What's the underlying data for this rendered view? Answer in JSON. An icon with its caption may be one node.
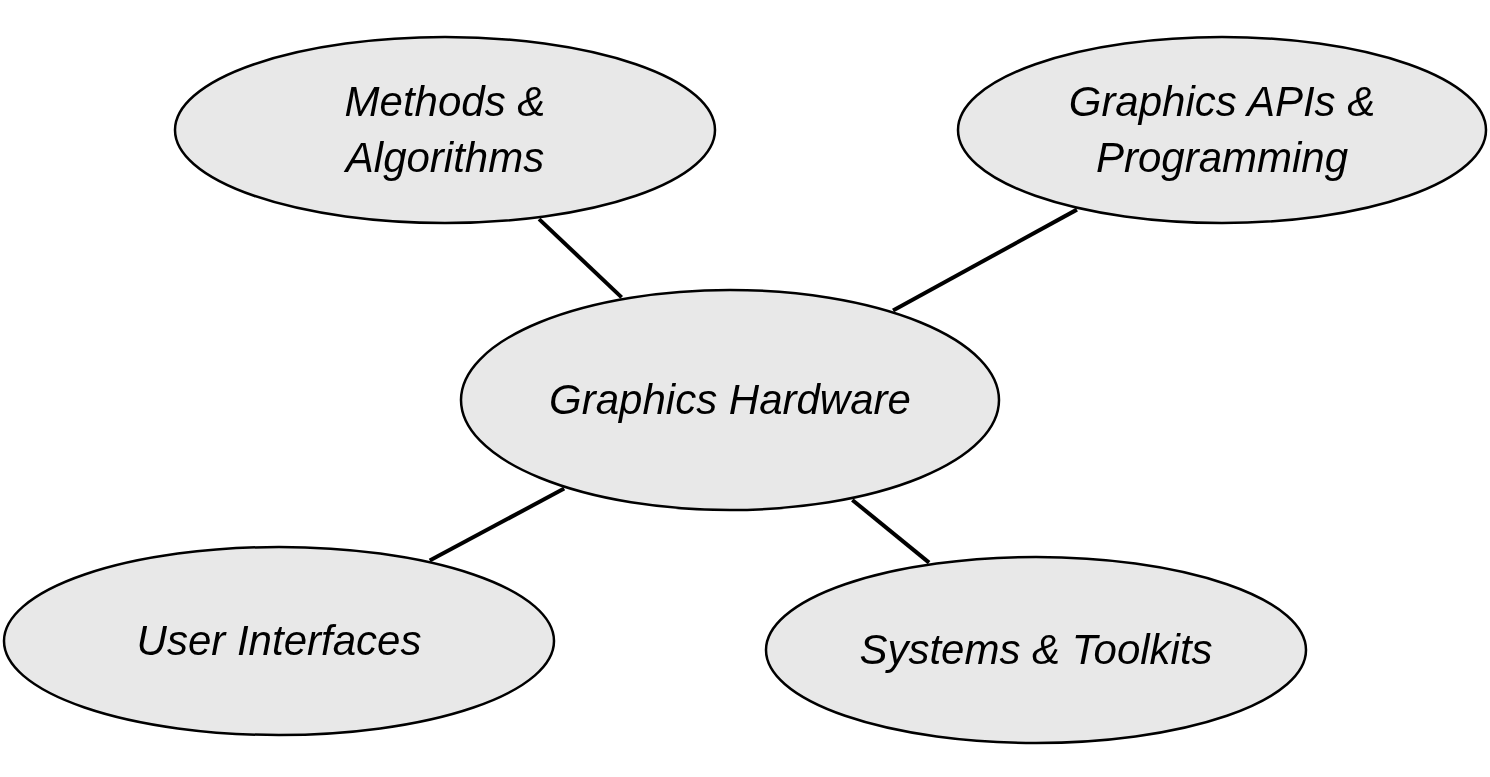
{
  "diagram": {
    "nodes": [
      {
        "text": [
          "Methods & Algorithms"
        ]
      },
      {
        "text": [
          "Graphics APIs & Programming"
        ]
      },
      {
        "text": [
          "Graphics Hardware"
        ]
      },
      {
        "text": [
          "User Interfaces"
        ]
      },
      {
        "text": [
          "Systems & Toolkits"
        ]
      }
    ],
    "edges": [
      {
        "from": 0,
        "to": 2,
        "arrow": "none"
      },
      {
        "from": 1,
        "to": 2,
        "arrow": "none"
      },
      {
        "from": 3,
        "to": 2,
        "arrow": "none"
      },
      {
        "from": 4,
        "to": 2,
        "arrow": "none"
      }
    ]
  }
}
